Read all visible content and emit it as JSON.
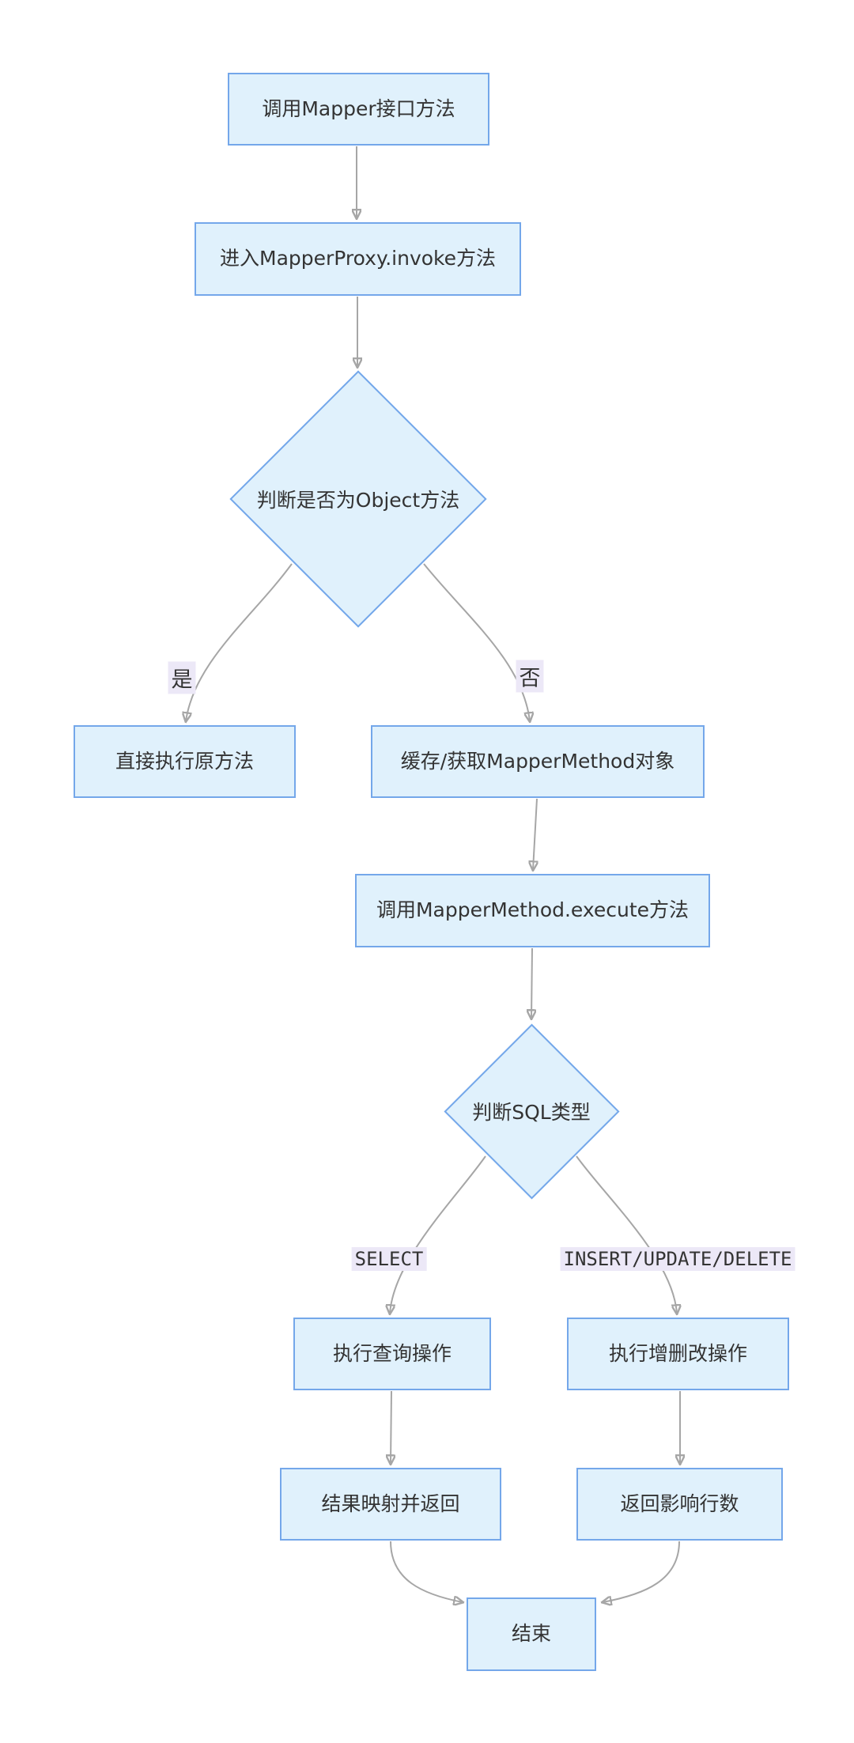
{
  "diagram": {
    "title_hint": "MyBatis Mapper 调用流程图",
    "nodes": {
      "start": {
        "label": "调用Mapper接口方法"
      },
      "invoke": {
        "label": "进入MapperProxy.invoke方法"
      },
      "is_object": {
        "label": "判断是否为Object方法"
      },
      "direct_exec": {
        "label": "直接执行原方法"
      },
      "cache_method": {
        "label": "缓存/获取MapperMethod对象"
      },
      "execute": {
        "label": "调用MapperMethod.execute方法"
      },
      "sql_type": {
        "label": "判断SQL类型"
      },
      "do_query": {
        "label": "执行查询操作"
      },
      "do_modify": {
        "label": "执行增删改操作"
      },
      "map_result": {
        "label": "结果映射并返回"
      },
      "affected_rows": {
        "label": "返回影响行数"
      },
      "end": {
        "label": "结束"
      }
    },
    "edge_labels": {
      "yes": "是",
      "no": "否",
      "select": "SELECT",
      "modify": "INSERT/UPDATE/DELETE"
    },
    "colors": {
      "node_fill": "#e0f1fc",
      "node_border": "#74a7ea",
      "edge": "#a6a6a6",
      "arrow": "#919191",
      "label_bg": "#ece8f7",
      "text": "#333333"
    }
  }
}
